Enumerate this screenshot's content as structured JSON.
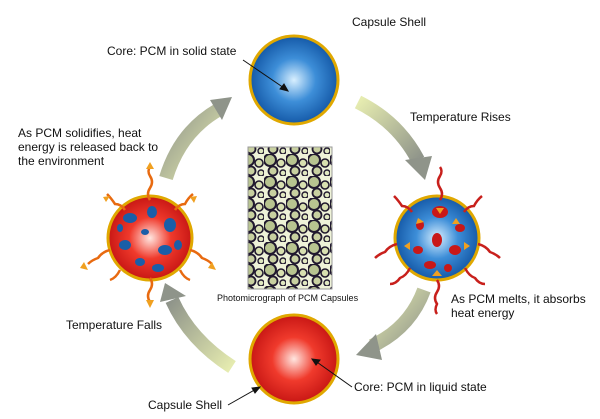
{
  "labels": {
    "capsule_shell_top": "Capsule Shell",
    "core_solid": "Core:  PCM in solid state",
    "temperature_rises": "Temperature Rises",
    "solidifies": [
      "As PCM solidifies, heat",
      "energy is released back to",
      "the environment"
    ],
    "photomicrograph": "Photomicrograph of PCM Capsules",
    "melts": [
      "As PCM melts, it absorbs",
      "heat energy"
    ],
    "temperature_falls": "Temperature Falls",
    "capsule_shell_bottom": "Capsule Shell",
    "core_liquid": "Core:  PCM in liquid state"
  },
  "colors": {
    "solid_core": "#1f6fc4",
    "liquid_core": "#e0201c",
    "shell": "#e0a800",
    "heat_arrow": "#f0a020",
    "cycle_arrow_light": "#e6ecb0",
    "cycle_arrow_dark": "#8f948a"
  }
}
